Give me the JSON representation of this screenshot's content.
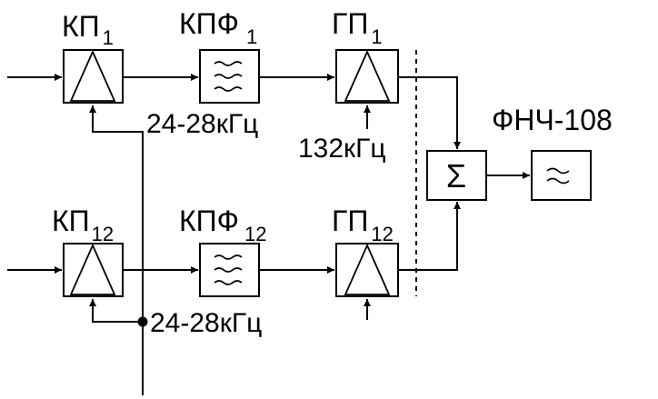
{
  "blocks": {
    "kp1": {
      "label": "КП",
      "sub": "1"
    },
    "kpf1": {
      "label": "КПФ",
      "sub": "1"
    },
    "gp1": {
      "label": "ГП",
      "sub": "1"
    },
    "kp12": {
      "label": "КП",
      "sub": "12"
    },
    "kpf12": {
      "label": "КПФ",
      "sub": "12"
    },
    "gp12": {
      "label": "ГП",
      "sub": "12"
    },
    "sum": {
      "symbol": "Σ"
    },
    "fnch": {
      "label": "ФНЧ-108"
    }
  },
  "freqs": {
    "carrier_top": "24-28кГц",
    "group": "132кГц",
    "carrier_bottom": "24-28кГц"
  }
}
